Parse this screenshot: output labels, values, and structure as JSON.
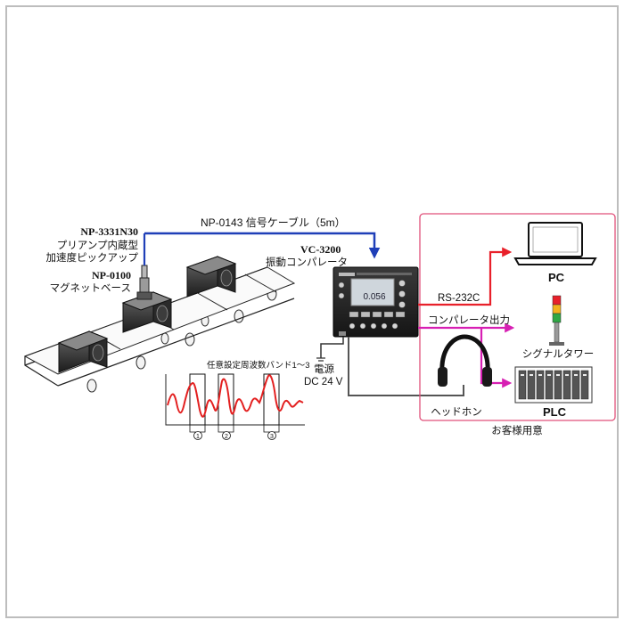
{
  "cable_label": "NP-0143 信号ケーブル（5m）",
  "sensor": {
    "model": "NP-3331N30",
    "desc_line1": "プリアンプ内蔵型",
    "desc_line2": "加速度ピックアップ"
  },
  "base": {
    "model": "NP-0100",
    "desc": "マグネットベース"
  },
  "converter": {
    "model": "VC-3200",
    "desc": "振動コンパレータ",
    "screen_value": "0.056"
  },
  "power": {
    "line1": "電源",
    "line2": "DC 24 V"
  },
  "outputs": {
    "rs232c": "RS-232C",
    "comparator": "コンパレータ出力"
  },
  "devices": {
    "pc": "PC",
    "signal_tower": "シグナルタワー",
    "plc": "PLC",
    "headphone": "ヘッドホン",
    "customer_box": "お客様用意"
  },
  "waveform": {
    "title": "任意設定周波数バンド1～3",
    "bands": [
      "1",
      "2",
      "3"
    ]
  },
  "colors": {
    "cable_blue": "#1f3fb8",
    "rs232c_red": "#e8202a",
    "comparator_magenta": "#d71fb3",
    "wave_red": "#e32020",
    "box_pink": "#e0507a",
    "frame_gray": "#bdbdbd"
  }
}
